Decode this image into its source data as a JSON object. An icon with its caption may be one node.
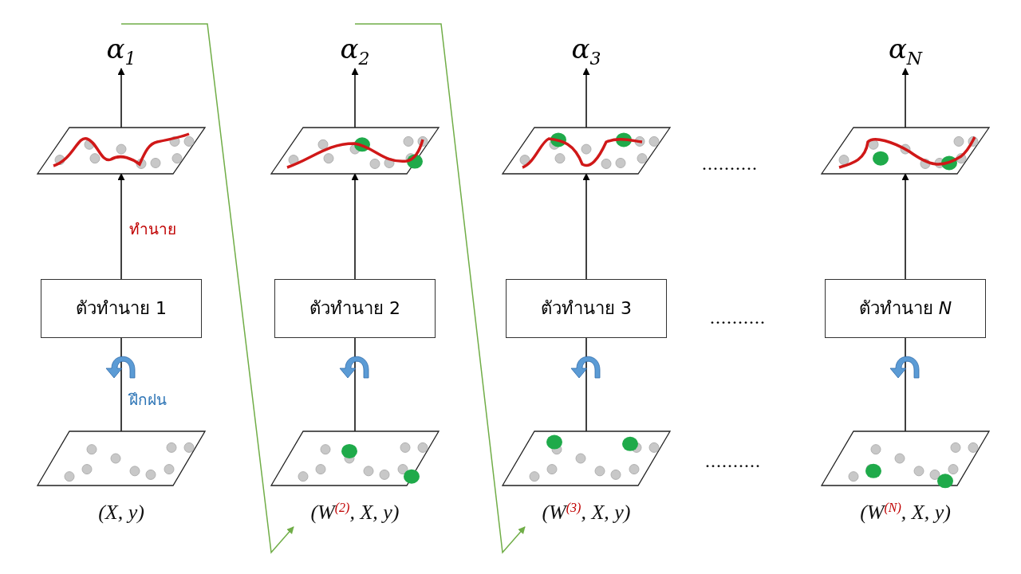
{
  "diagram": {
    "nodes": [
      {
        "text": [
          "α$_{1}$"
        ]
      },
      {
        "text": [],
        "shape": "picture"
      },
      {
        "text": [
          "ตัวทำนาย 1"
        ]
      },
      {
        "text": [],
        "shape": "picture"
      },
      {
        "text": [
          "(X, y)"
        ]
      },
      {
        "text": [
          "α$_{2}$"
        ]
      },
      {
        "text": [],
        "shape": "picture"
      },
      {
        "text": [
          "ตัวทำนาย 2"
        ]
      },
      {
        "text": [],
        "shape": "picture"
      },
      {
        "text": [
          "(W$^{(2)}$, X, y)"
        ]
      },
      {
        "text": [
          "α$_{3}$"
        ]
      },
      {
        "text": [],
        "shape": "picture"
      },
      {
        "text": [
          "ตัวทำนาย 3"
        ]
      },
      {
        "text": [],
        "shape": "picture"
      },
      {
        "text": [
          "(W$^{(3)}$, X, y)"
        ]
      },
      {
        "text": [
          "α$_{N}$"
        ]
      },
      {
        "text": [],
        "shape": "picture"
      },
      {
        "text": [
          "ตัวทำนาย *N*"
        ]
      },
      {
        "text": [],
        "shape": "picture"
      },
      {
        "text": [
          "(W$^{(N)}$, X, y)"
        ]
      }
    ],
    "edges": [
      {
        "from": 3,
        "to": 2,
        "arrow": "none",
        "label": "ฝึกฝน"
      },
      {
        "from": 2,
        "to": 1,
        "arrow": "to",
        "label": "ทำนาย"
      },
      {
        "from": 1,
        "to": 0,
        "arrow": "to"
      },
      {
        "from": 8,
        "to": 7,
        "arrow": "none"
      },
      {
        "from": 7,
        "to": 6,
        "arrow": "to"
      },
      {
        "from": 6,
        "to": 5,
        "arrow": "to"
      },
      {
        "from": 13,
        "to": 12,
        "arrow": "none"
      },
      {
        "from": 12,
        "to": 11,
        "arrow": "to"
      },
      {
        "from": 11,
        "to": 10,
        "arrow": "to"
      },
      {
        "from": 18,
        "to": 17,
        "arrow": "none"
      },
      {
        "from": 17,
        "to": 16,
        "arrow": "to"
      },
      {
        "from": 16,
        "to": 15,
        "arrow": "to"
      },
      {
        "from": 0,
        "to": 9,
        "arrow": "to",
        "color": "#70ad47"
      },
      {
        "from": 5,
        "to": 14,
        "arrow": "to",
        "color": "#70ad47"
      }
    ],
    "labels": [
      "..........",
      "..........",
      ".........."
    ]
  }
}
